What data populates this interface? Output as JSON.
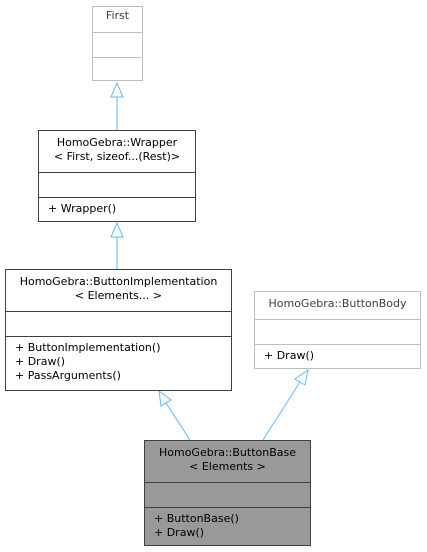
{
  "diagram": {
    "classes": {
      "first": {
        "title_lines": [
          "First"
        ],
        "attributes": [],
        "operations": []
      },
      "wrapper": {
        "title_lines": [
          "HomoGebra::Wrapper",
          "< First, sizeof...(Rest)>"
        ],
        "attributes": [],
        "operations": [
          "+ Wrapper()"
        ]
      },
      "button_implementation": {
        "title_lines": [
          "HomoGebra::ButtonImplementation",
          "< Elements... >"
        ],
        "attributes": [],
        "operations": [
          "+ ButtonImplementation()",
          "+ Draw()",
          "+ PassArguments()"
        ]
      },
      "button_body": {
        "title_lines": [
          "HomoGebra::ButtonBody"
        ],
        "attributes": [],
        "operations": [
          "+ Draw()"
        ]
      },
      "button_base": {
        "title_lines": [
          "HomoGebra::ButtonBase",
          "< Elements >"
        ],
        "attributes": [],
        "operations": [
          "+ ButtonBase()",
          "+ Draw()"
        ]
      }
    },
    "colors": {
      "edge": "#63b8ff",
      "node_border": "#404040",
      "ghost_border": "#bfbfbf",
      "focus_fill": "#999999"
    }
  }
}
